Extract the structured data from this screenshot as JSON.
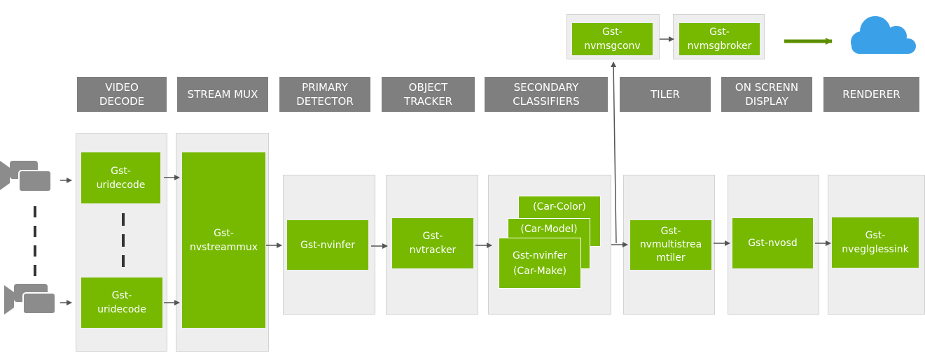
{
  "stages": [
    "VIDEO\nDECODE",
    "STREAM MUX",
    "PRIMARY\nDETECTOR",
    "OBJECT\nTRACKER",
    "SECONDARY\nCLASSIFIERS",
    "TILER",
    "ON SCRENN\nDISPLAY",
    "RENDERER"
  ],
  "plugins": {
    "uridecode_top": "Gst-\nuridecode",
    "uridecode_bottom": "Gst-\nuridecode",
    "streammux": "Gst-\nnvstreammux",
    "primary_infer": "Gst-nvinfer",
    "tracker": "Gst-\nnvtracker",
    "car_color": "(Car-Color)",
    "car_model": "(Car-Model)",
    "car_make": "Gst-nvinfer\n(Car-Make)",
    "tiler": "Gst-\nnvmultistrea\nmtiler",
    "osd": "Gst-nvosd",
    "sink": "Gst-\nnveglglessink",
    "msgconv": "Gst-\nnvmsgconv",
    "msgbroker": "Gst-\nnvmsgbroker"
  },
  "colors": {
    "green": "#76b900",
    "header_gray": "#7f7f7f",
    "panel_gray": "#eeeeee",
    "camera_gray": "#8c8c8c",
    "cloud_blue": "#3aa0e8",
    "arrow": "#555555"
  },
  "icons": [
    "camera-icon",
    "camera-icon",
    "cloud-icon"
  ]
}
